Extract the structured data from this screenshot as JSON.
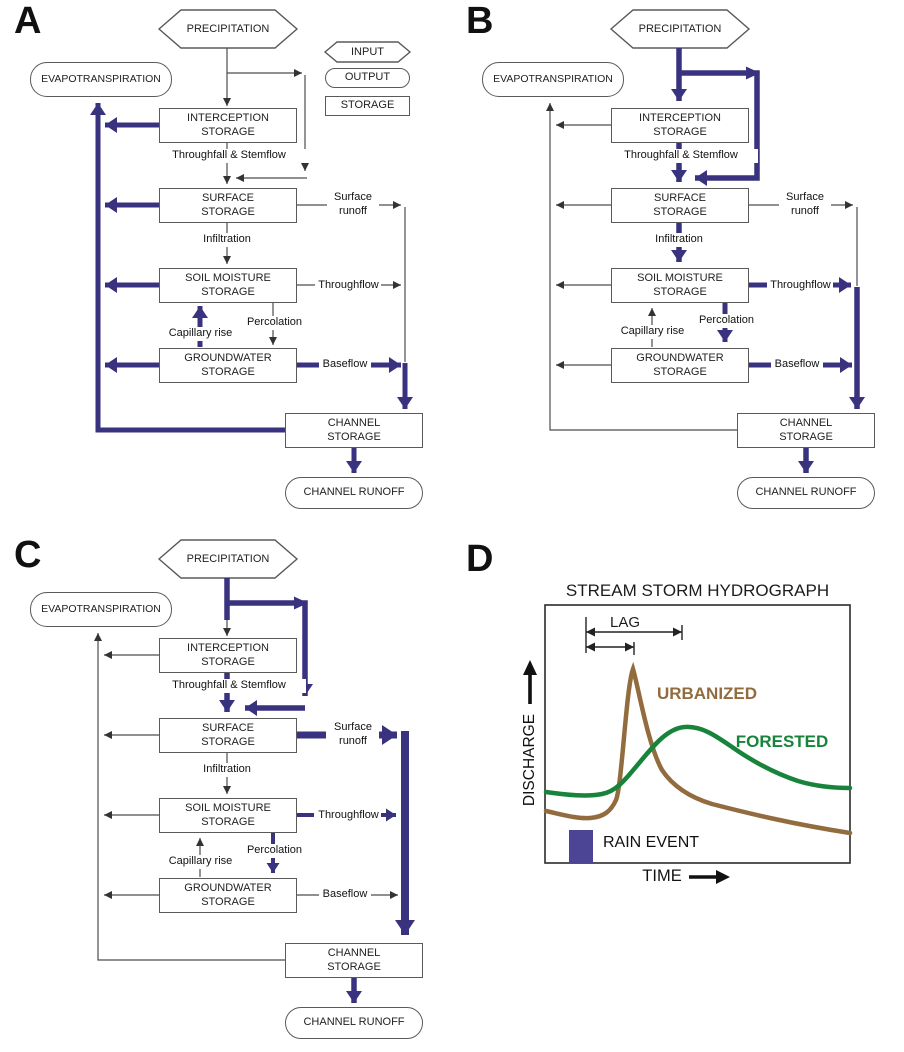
{
  "colors": {
    "flow_arrow": "#39327f",
    "urbanized": "#926c3e",
    "forested": "#17833b",
    "rain_event": "#4c4495"
  },
  "panels": {
    "a": "A",
    "b": "B",
    "c": "C",
    "d": "D"
  },
  "legend": {
    "input": "INPUT",
    "output": "OUTPUT",
    "storage": "STORAGE"
  },
  "nodes": {
    "precipitation": "PRECIPITATION",
    "evapotranspiration": "EVAPOTRANSPIRATION",
    "interception": "INTERCEPTION\nSTORAGE",
    "surface": "SURFACE\nSTORAGE",
    "soil_moisture": "SOIL MOISTURE\nSTORAGE",
    "groundwater": "GROUNDWATER\nSTORAGE",
    "channel_storage": "CHANNEL\nSTORAGE",
    "channel_runoff": "CHANNEL RUNOFF"
  },
  "flows": {
    "throughfall": "Throughfall & Stemflow",
    "surface_runoff": "Surface\nrunoff",
    "infiltration": "Infiltration",
    "throughflow": "Throughflow",
    "capillary_rise": "Capillary rise",
    "percolation": "Percolation",
    "baseflow": "Baseflow"
  },
  "hydrograph": {
    "title": "STREAM STORM HYDROGRAPH",
    "lag_label": "LAG",
    "y_axis_label": "DISCHARGE",
    "x_axis_label": "TIME",
    "rain_event_label": "RAIN EVENT",
    "series_labels": {
      "urbanized": "URBANIZED",
      "forested": "FORESTED"
    }
  },
  "chart_data": {
    "type": "line",
    "title": "STREAM STORM HYDROGRAPH",
    "xlabel": "TIME",
    "ylabel": "DISCHARGE",
    "axis_tick_values_shown": false,
    "grid": false,
    "x_normalized": [
      0,
      10,
      20,
      30,
      40,
      50,
      60,
      70,
      80,
      90,
      100
    ],
    "series": [
      {
        "name": "URBANIZED",
        "color": "#926c3e",
        "values": [
          20,
          18,
          21,
          75,
          34,
          25,
          21,
          18,
          16,
          14,
          12
        ],
        "peak": {
          "x": 29,
          "y": 76
        }
      },
      {
        "name": "FORESTED",
        "color": "#17833b",
        "values": [
          28,
          27,
          28,
          39,
          50,
          52,
          46,
          39,
          34,
          31,
          29
        ],
        "peak": {
          "x": 46,
          "y": 53
        }
      }
    ],
    "annotations": [
      {
        "label": "LAG",
        "type": "interval",
        "note": "double-headed arrows from rain event to urbanized peak and to forested peak"
      },
      {
        "label": "RAIN EVENT",
        "type": "bar",
        "x_normalized": 10,
        "color": "#4c4495"
      }
    ],
    "legend_position": "inline-labels"
  }
}
